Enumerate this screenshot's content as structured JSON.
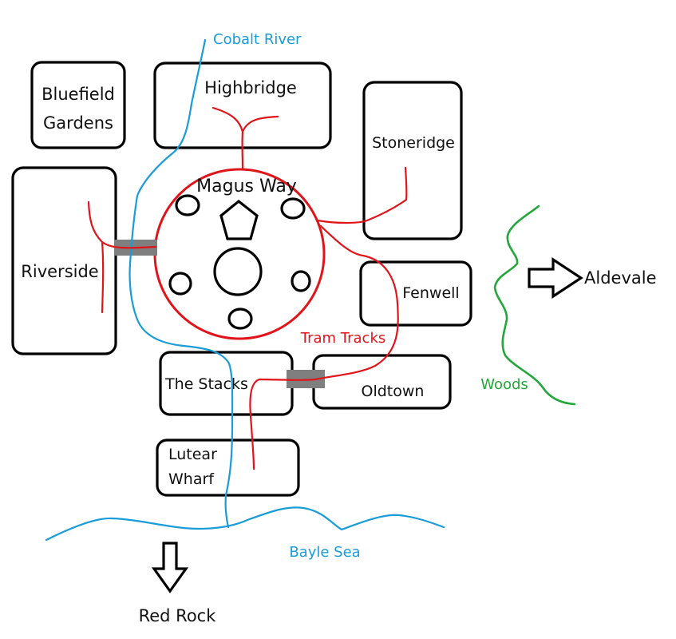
{
  "map": {
    "colors": {
      "water": "#1a9cd8",
      "tram": "#e0151a",
      "woods": "#22a83a",
      "bridge": "#7f7f7f",
      "district_outline": "#000000"
    },
    "districts": {
      "bluefield_gardens": [
        "Bluefield",
        "Gardens"
      ],
      "highbridge": "Highbridge",
      "stoneridge": "Stoneridge",
      "riverside": "Riverside",
      "magus_way": "Magus Way",
      "fenwell": "Fenwell",
      "the_stacks": "The Stacks",
      "oldtown": "Oldtown",
      "lutear_wharf": [
        "Lutear",
        "Wharf"
      ]
    },
    "features": {
      "cobalt_river": "Cobalt River",
      "tram_tracks": "Tram Tracks",
      "woods": "Woods",
      "bayle_sea": "Bayle Sea"
    },
    "destinations": {
      "east": "Aldevale",
      "south": "Red Rock"
    },
    "bridges": [
      "Riverside–Magus Way bridge",
      "Stacks–Oldtown bridge"
    ]
  }
}
